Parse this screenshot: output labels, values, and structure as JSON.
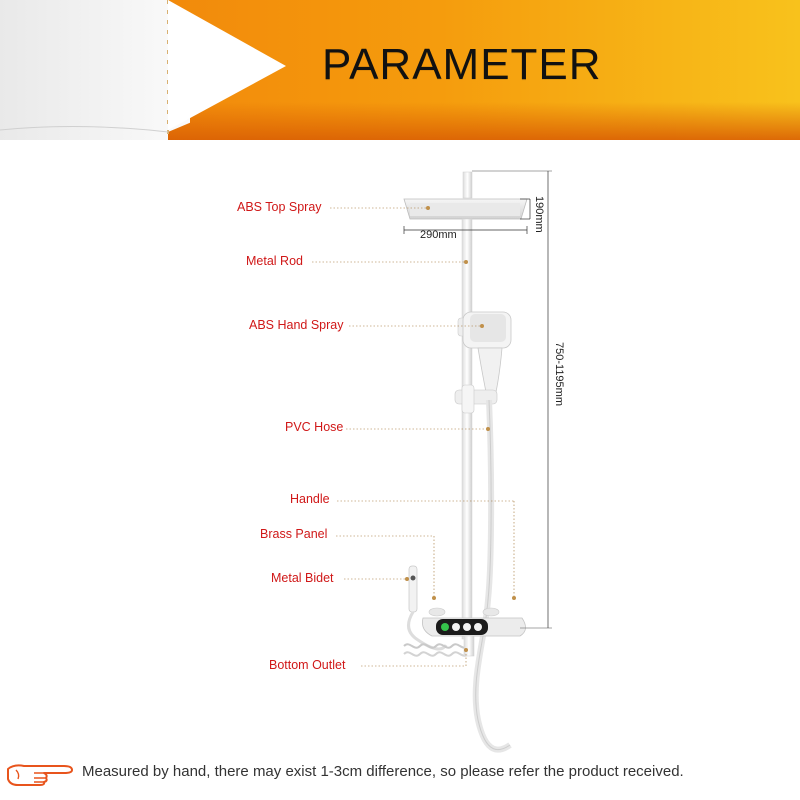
{
  "header": {
    "title": "PARAMETER"
  },
  "labels": {
    "top_spray": "ABS Top Spray",
    "metal_rod": "Metal Rod",
    "hand_spray": "ABS Hand Spray",
    "pvc_hose": "PVC Hose",
    "handle": "Handle",
    "brass_panel": "Brass Panel",
    "metal_bidet": "Metal Bidet",
    "bottom_outlet": "Bottom Outlet"
  },
  "dimensions": {
    "top_spray_width": "290mm",
    "top_spray_depth": "190mm",
    "height_range": "750-1195mm"
  },
  "footer": {
    "note": "Measured by hand, there may exist 1-3cm difference, so please refer the product received."
  },
  "colors": {
    "banner_start": "#f07f0a",
    "banner_end": "#f8c21c",
    "label_red": "#d01818",
    "icon_orange": "#e8541c"
  },
  "icons": {
    "footer_icon": "pointing-hand-icon"
  }
}
